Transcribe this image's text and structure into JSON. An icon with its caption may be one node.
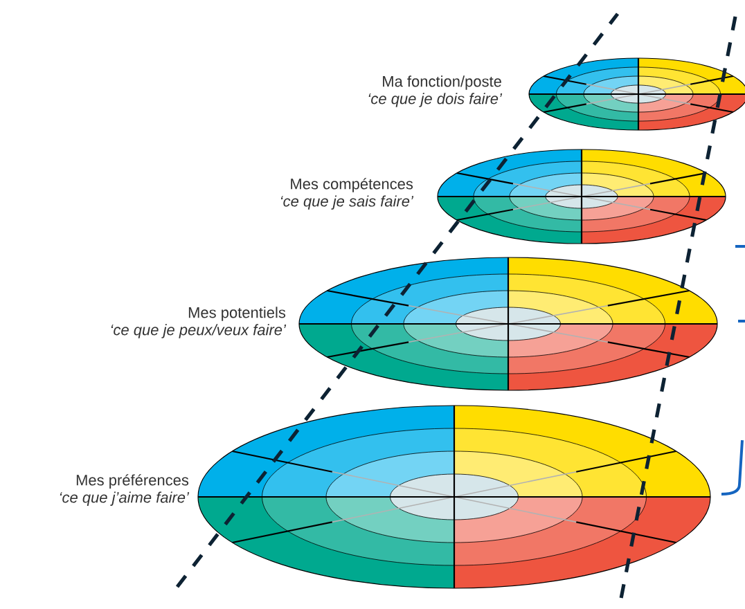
{
  "diagram": {
    "nodes": [
      {
        "text": [
          "Ma fonction/poste",
          "‘ce que je dois faire’"
        ]
      },
      {
        "text": [
          "Mes compétences",
          "‘ce que je sais faire’"
        ]
      },
      {
        "text": [
          "Mes potentiels",
          "‘ce que je peux/veux faire’"
        ]
      },
      {
        "text": [
          "Mes préférences",
          "‘ce que j’aime faire’"
        ]
      }
    ]
  }
}
